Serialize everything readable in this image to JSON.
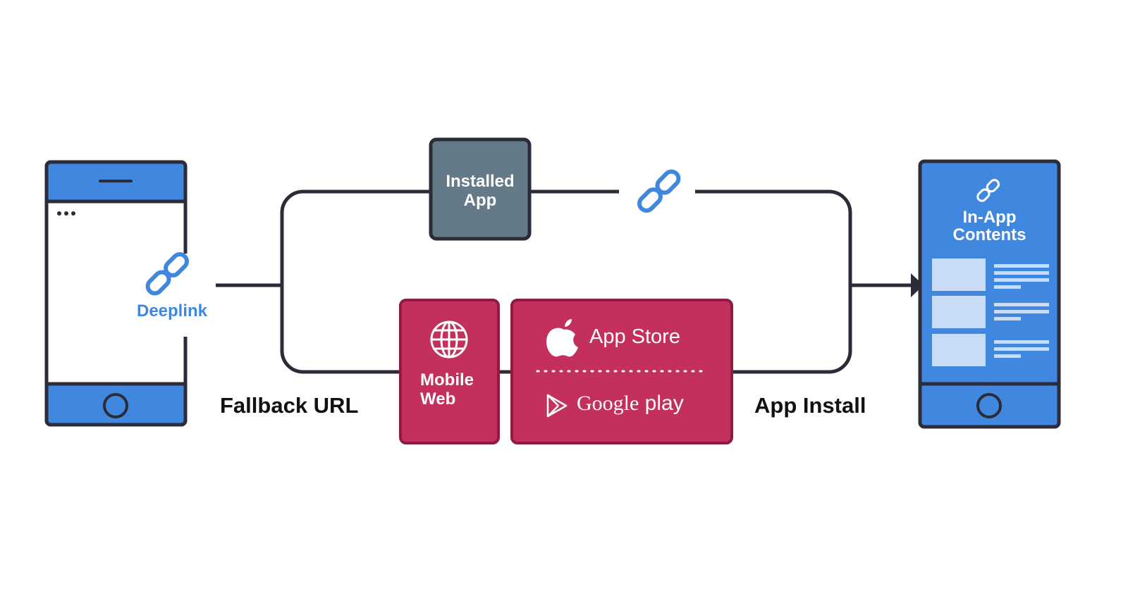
{
  "left_phone": {
    "link_label": "Deeplink"
  },
  "installed_app": {
    "line1": "Installed",
    "line2": "App"
  },
  "mobile_web": {
    "line1": "Mobile",
    "line2": "Web"
  },
  "stores": {
    "app_store": "App Store",
    "google_play_brand": "Google",
    "google_play_suffix": "play"
  },
  "fallback_label": "Fallback URL",
  "app_install_label": "App Install",
  "right_phone": {
    "line1": "In-App",
    "line2": "Contents"
  },
  "colors": {
    "stroke": "#2b2b3a",
    "phone_blue": "#3f87df",
    "link_blue": "#3f87df",
    "installed_gray": "#647a88",
    "crimson": "#c4305d",
    "crimson_border": "#8f1c3f",
    "panel_light": "#c9def6"
  },
  "icons": {
    "link": "chain-link-icon",
    "globe": "globe-icon",
    "apple": "apple-logo-icon",
    "play": "google-play-icon",
    "arrow": "arrowhead-icon"
  }
}
